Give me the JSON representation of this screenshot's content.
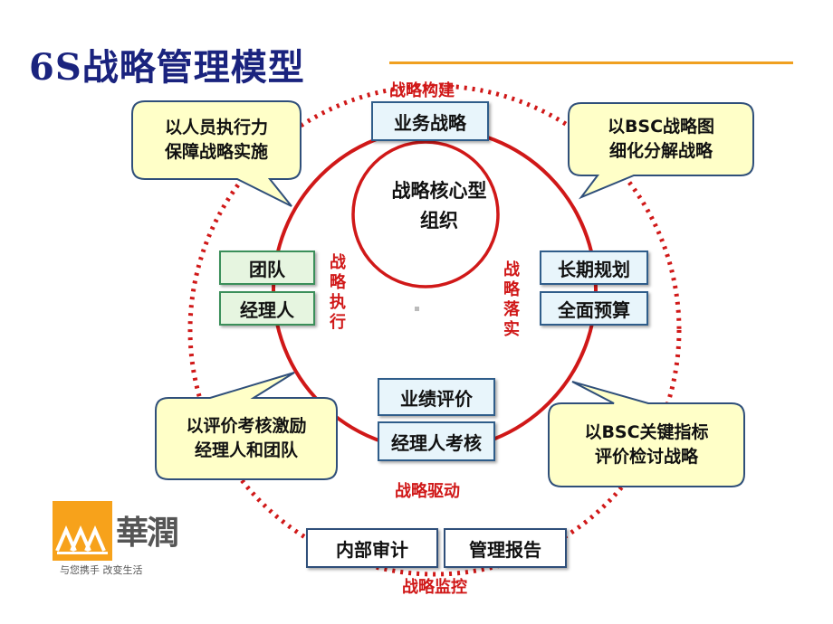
{
  "title": "6S战略管理模型",
  "cycle": {
    "top_label": "战略构建",
    "right_label": "战略落实",
    "bottom_label": "战略驱动",
    "bottom_outer_label": "战略监控",
    "left_label": "战略执行"
  },
  "center": {
    "line1": "战略核心型",
    "line2": "组织"
  },
  "boxes": {
    "business_strategy": "业务战略",
    "team": "团队",
    "manager": "经理人",
    "long_term_plan": "长期规划",
    "full_budget": "全面预算",
    "performance_eval": "业绩评价",
    "manager_assessment": "经理人考核",
    "internal_audit": "内部审计",
    "management_report": "管理报告"
  },
  "callouts": {
    "top_left": {
      "line1": "以人员执行力",
      "line2": "保障战略实施"
    },
    "top_right": {
      "line1": "以BSC战略图",
      "line2": "细化分解战略"
    },
    "bottom_left": {
      "line1": "以评价考核激励",
      "line2": "经理人和团队"
    },
    "bottom_right": {
      "line1": "以BSC关键指标",
      "line2": "评价检讨战略"
    }
  },
  "logo": {
    "chars": "華潤",
    "slogan": "与您携手  改变生活"
  },
  "colors": {
    "title": "#1a237e",
    "accent_line": "#f0a020",
    "red": "#d01818",
    "callout_fill": "#ffffc8",
    "callout_stroke": "#2f4f7a",
    "logo_orange": "#f7a21b"
  }
}
